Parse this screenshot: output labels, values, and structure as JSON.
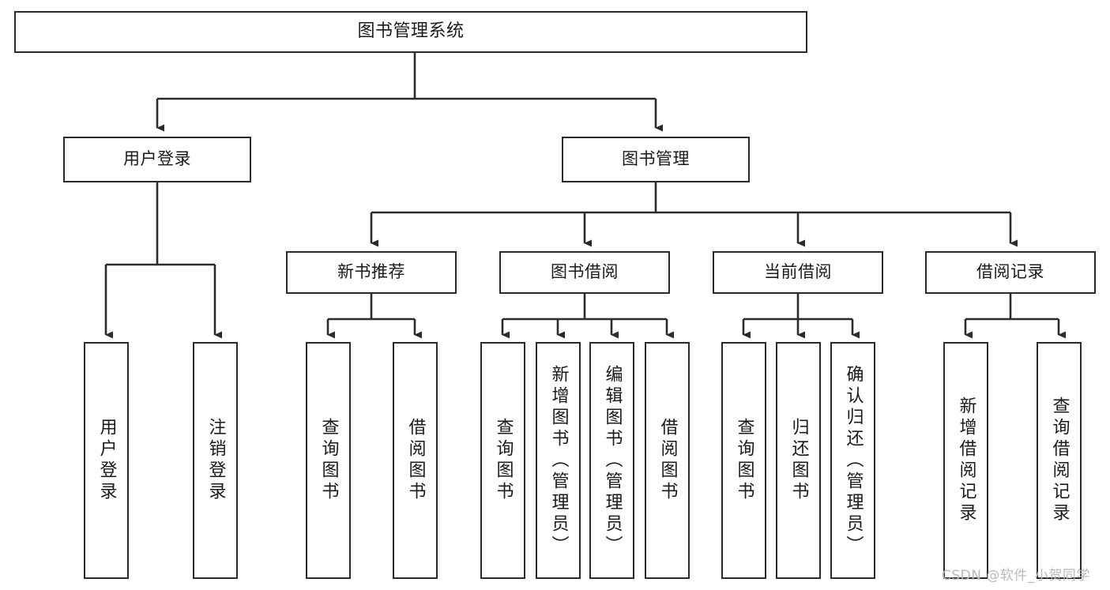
{
  "diagram": {
    "title": "图书管理系统",
    "type": "tree-hierarchy",
    "watermark": "CSDN @软件_小贺同学",
    "stroke_color": "#2b2b2b",
    "background_color": "#ffffff",
    "nodes": {
      "root": {
        "label": "图书管理系统"
      },
      "level2": [
        {
          "label": "用户登录"
        },
        {
          "label": "图书管理"
        }
      ],
      "level3": [
        {
          "label": "新书推荐"
        },
        {
          "label": "图书借阅"
        },
        {
          "label": "当前借阅"
        },
        {
          "label": "借阅记录"
        }
      ],
      "leaves": {
        "user_login": [
          {
            "label": "用户登录"
          },
          {
            "label": "注销登录"
          }
        ],
        "new_book_recommend": [
          {
            "label": "查询图书"
          },
          {
            "label": "借阅图书"
          }
        ],
        "book_borrow": [
          {
            "label": "查询图书"
          },
          {
            "label": "新增图书（管理员）"
          },
          {
            "label": "编辑图书（管理员）"
          },
          {
            "label": "借阅图书"
          }
        ],
        "current_borrow": [
          {
            "label": "查询图书"
          },
          {
            "label": "归还图书"
          },
          {
            "label": "确认归还（管理员）"
          }
        ],
        "borrow_record": [
          {
            "label": "新增借阅记录"
          },
          {
            "label": "查询借阅记录"
          }
        ]
      }
    }
  }
}
